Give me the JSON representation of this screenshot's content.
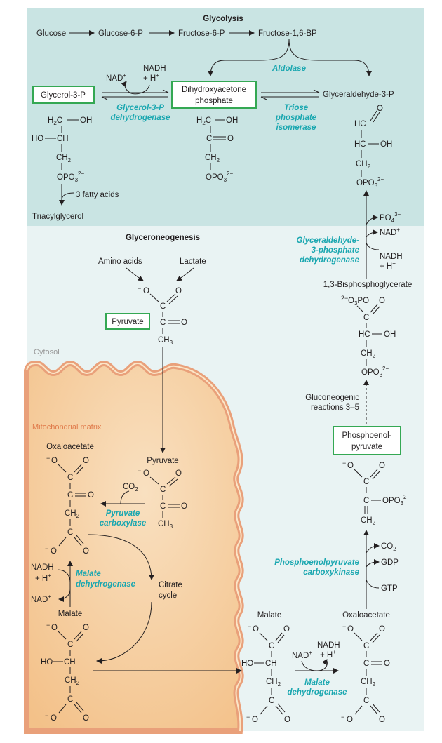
{
  "glycolysis": {
    "title": "Glycolysis",
    "glucose": "Glucose",
    "g6p": "Glucose-6-P",
    "f6p": "Fructose-6-P",
    "f16bp": "Fructose-1,6-BP",
    "aldolase": "Aldolase",
    "dhap_1": "Dihydroxyacetone",
    "dhap_2": "phosphate",
    "g3p": "Glyceraldehyde-3-P",
    "triose_1": "Triose",
    "triose_2": "phosphate",
    "triose_3": "isomerase",
    "glycerol3p": "Glycerol-3-P",
    "g3pdh_1": "Glycerol-3-P",
    "g3pdh_2": "dehydrogenase",
    "nad": "NAD",
    "nadh": "NADH",
    "h": "+ H",
    "fatty_acids": "3 fatty acids",
    "triacylglycerol": "Triacylglycerol"
  },
  "glyceroneogenesis": {
    "title": "Glyceroneogenesis",
    "amino_acids": "Amino acids",
    "lactate": "Lactate",
    "pyruvate": "Pyruvate",
    "gapdh_1": "Glyceraldehyde-",
    "gapdh_2": "3-phosphate",
    "gapdh_3": "dehydrogenase",
    "bpg": "1,3-Bisphosphoglycerate",
    "gluconeo_1": "Gluconeogenic",
    "gluconeo_2": "reactions 3–5",
    "pep_1": "Phosphoenol-",
    "pep_2": "pyruvate",
    "pepck_1": "Phosphoenolpyruvate",
    "pepck_2": "carboxykinase",
    "co2": "CO",
    "gdp": "GDP",
    "gtp": "GTP",
    "oxaloacetate": "Oxaloacetate",
    "malate": "Malate",
    "mdh_1": "Malate",
    "mdh_2": "dehydrogenase"
  },
  "compartments": {
    "cytosol": "Cytosol",
    "matrix": "Mitochondrial matrix"
  },
  "mito": {
    "oxaloacetate": "Oxaloacetate",
    "pyruvate": "Pyruvate",
    "pc_1": "Pyruvate",
    "pc_2": "carboxylase",
    "co2": "CO",
    "nadh": "NADH",
    "h": "+ H",
    "nad": "NAD",
    "mdh_1": "Malate",
    "mdh_2": "dehydrogenase",
    "citrate_1": "Citrate",
    "citrate_2": "cycle",
    "malate": "Malate"
  },
  "colors": {
    "glycolysis_bg": "#c9e4e3",
    "cytosol_bg": "#e9f3f3",
    "matrix_bg": "#f5cfa0",
    "membrane": "#e9a07a",
    "enzyme": "#1aa7b0",
    "box": "#34a853"
  }
}
